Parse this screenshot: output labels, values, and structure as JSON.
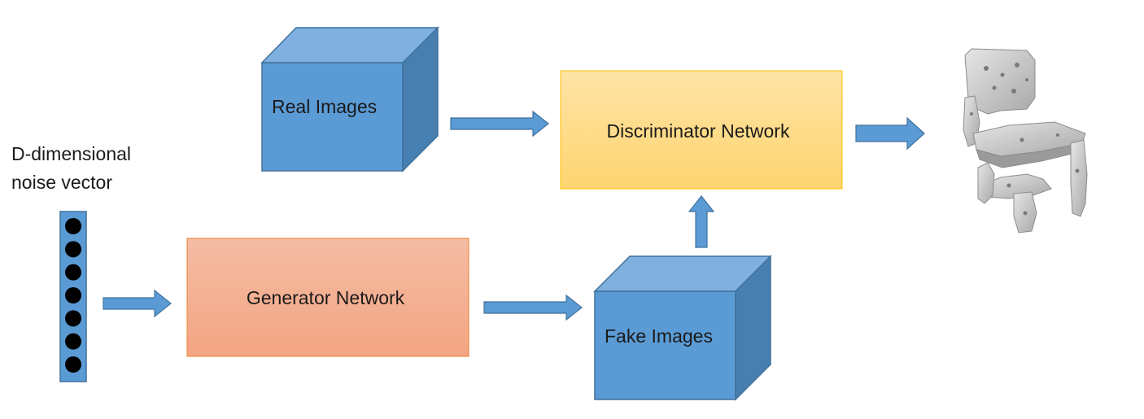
{
  "noise": {
    "label_line1": "D-dimensional",
    "label_line2": "noise vector",
    "dot_count": 7
  },
  "generator": {
    "label": "Generator Network"
  },
  "discriminator": {
    "label": "Discriminator Network"
  },
  "real_images": {
    "label": "Real Images"
  },
  "fake_images": {
    "label": "Fake Images"
  },
  "output": {
    "icon": "chair-3d-render"
  },
  "colors": {
    "cube_front": "#5b9bd5",
    "cube_top": "#7fb0e0",
    "cube_side": "#467fb0",
    "cube_edge": "#41719c",
    "arrow": "#5b9bd5",
    "generator_top": "#f4bca4",
    "generator_bottom": "#f3a582",
    "discriminator_top": "#fee3a6",
    "discriminator_bottom": "#fed56f"
  }
}
